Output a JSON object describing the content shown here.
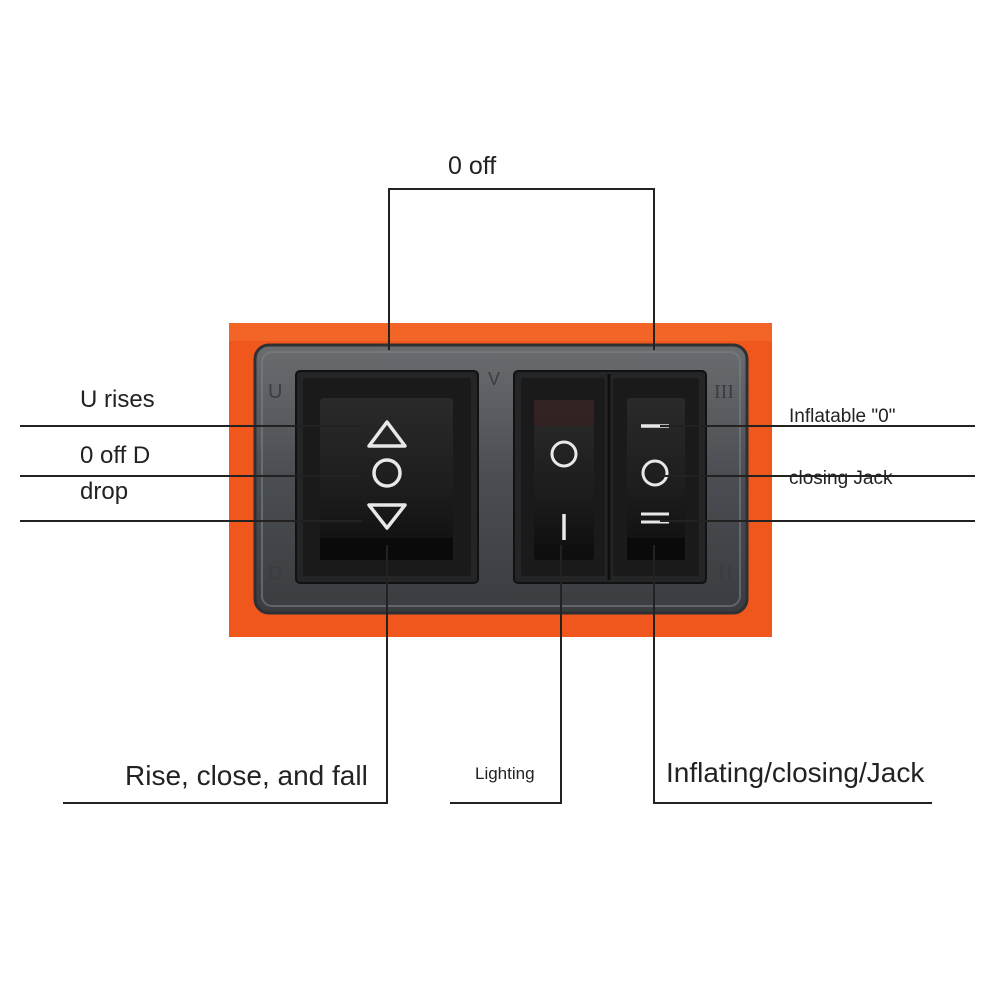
{
  "labels": {
    "top_off": "0 off",
    "u_rises": "U rises",
    "off_d": "0 off D",
    "drop": "drop",
    "inflatable": "Inflatable \"0\"",
    "closing_jack": "closing Jack",
    "rise_close_fall": "Rise, close, and fall",
    "lighting": "Lighting",
    "inflating_closing_jack": "Inflating/closing/Jack"
  },
  "panel_markings": {
    "left_top": "U",
    "left_bottom": "D",
    "center_top": "V",
    "right_top": "III",
    "right_bottom": "II"
  },
  "switches": [
    {
      "name": "rise-close-fall-switch",
      "symbols": [
        "triangle-up-icon",
        "circle-icon",
        "triangle-down-icon"
      ]
    },
    {
      "name": "lighting-switch",
      "symbols": [
        "circle-icon",
        "bar-icon"
      ]
    },
    {
      "name": "inflate-close-jack-switch",
      "symbols": [
        "bar-icon",
        "circle-icon",
        "double-bar-icon"
      ]
    }
  ],
  "colors": {
    "housing_orange": "#f0571c",
    "bezel_gray": "#55585c",
    "switch_black": "#1e1e1e",
    "symbol_white": "#e8e8e8",
    "leader_line": "#222222"
  }
}
